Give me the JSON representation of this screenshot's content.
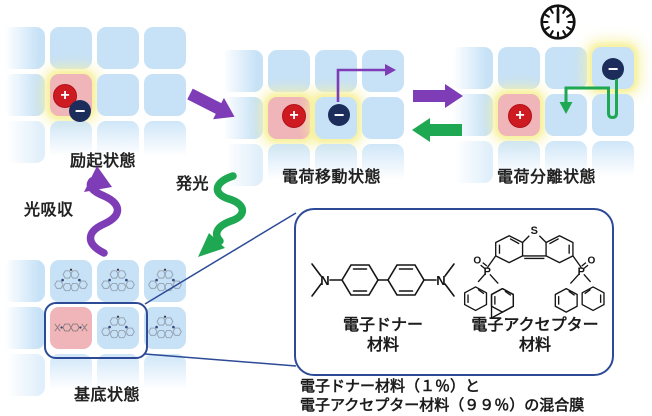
{
  "states": {
    "excited": {
      "label": "励起状態"
    },
    "charge_transfer": {
      "label": "電荷移動状態"
    },
    "charge_separation": {
      "label": "電荷分離状態"
    },
    "ground": {
      "label": "基底状態"
    }
  },
  "transitions": {
    "absorption_label": "光吸収",
    "emission_label": "発光"
  },
  "charges": {
    "positive": "+",
    "negative": "−"
  },
  "callout": {
    "donor": {
      "name_line1": "電子ドナー",
      "name_line2": "材料"
    },
    "acceptor": {
      "name_line1": "電子アクセプター",
      "name_line2": "材料"
    },
    "caption_line1": "電子ドナー材料（１％）と",
    "caption_line2": "電子アクセプター材料（９９％）の混合膜"
  },
  "icons": {
    "clock": "clock-icon",
    "donor_molecule": "donor-molecule",
    "acceptor_molecule": "acceptor-molecule"
  },
  "colors": {
    "cell_blue": "#c7e2f7",
    "cell_pink": "#efb5b9",
    "glow_yellow": "#f7f1a0",
    "positive_red": "#ce1b22",
    "negative_navy": "#1c2d5c",
    "purple": "#7e3db6",
    "green": "#1ea851",
    "outline_navy": "#2c4a96"
  }
}
